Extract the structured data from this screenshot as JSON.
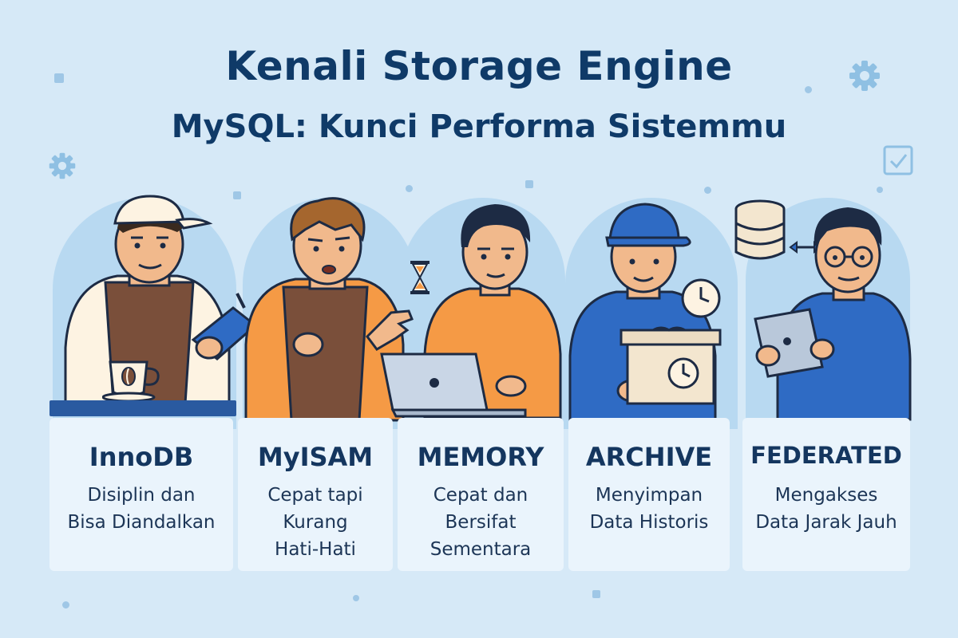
{
  "header": {
    "title_line1": "Kenali Storage Engine",
    "title_line2": "MySQL: Kunci Performa Sistemmu"
  },
  "colors": {
    "background": "#d6e9f7",
    "title": "#0f3a68",
    "arch": "#b8d9f1",
    "card": "#eaf4fc",
    "orange": "#f59a45",
    "blue": "#2f6bc4",
    "brown": "#7a4f3a"
  },
  "engines": [
    {
      "name": "InnoDB",
      "description": "Disiplin dan\nBisa Diandalkan",
      "icon": "coffee-cup-icon"
    },
    {
      "name": "MyISAM",
      "description": "Cepat tapi\nKurang\nHati-Hati",
      "icon": "waiter-icon"
    },
    {
      "name": "MEMORY",
      "description": "Cepat dan\nBersifat\nSementara",
      "icon": "hourglass-icon"
    },
    {
      "name": "ARCHIVE",
      "description": "Menyimpan\nData Historis",
      "icon": "archive-box-icon"
    },
    {
      "name": "FEDERATED",
      "description": "Mengakses\nData Jarak Jauh",
      "icon": "remote-database-icon"
    }
  ]
}
